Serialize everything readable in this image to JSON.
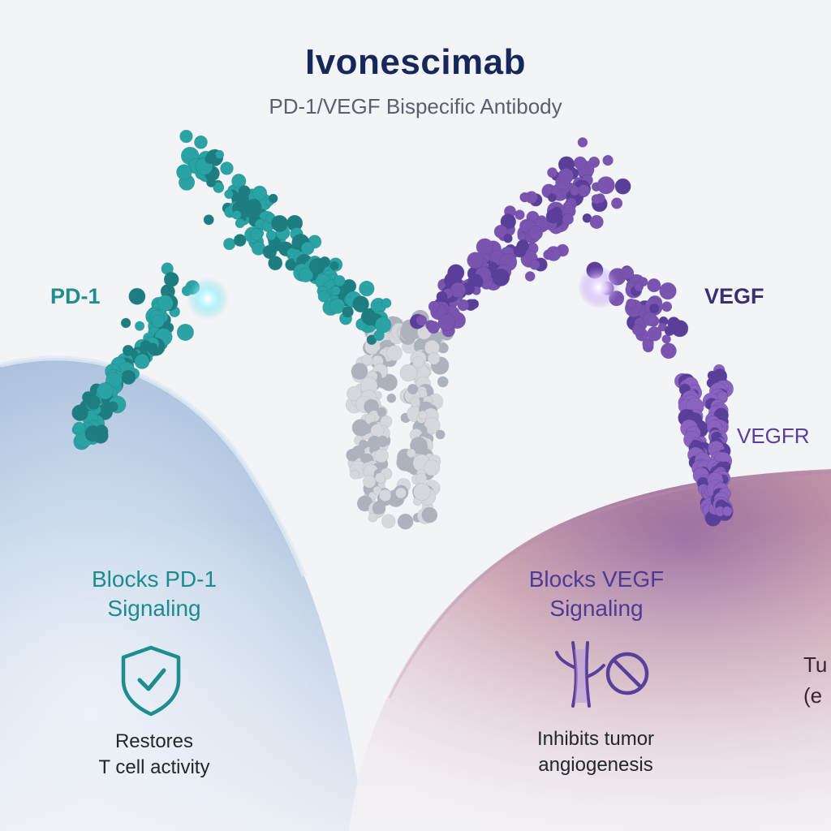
{
  "header": {
    "title": "Ivonescimab",
    "subtitle": "PD-1/VEGF Bispecific Antibody"
  },
  "labels": {
    "pd1": "PD-1",
    "vegf": "VEGF",
    "vegfr": "VEGFR"
  },
  "left_panel": {
    "heading_line1": "Blocks PD-1",
    "heading_line2": "Signaling",
    "icon": "shield-check-icon",
    "caption_line1": "Restores",
    "caption_line2": "T cell activity"
  },
  "right_panel": {
    "heading_line1": "Blocks VEGF",
    "heading_line2": "Signaling",
    "icon": "blood-vessel-blocked-icon",
    "caption_line1": "Inhibits tumor",
    "caption_line2": "angiogenesis"
  },
  "edge_text": {
    "line1": "Tu",
    "line2": "(e"
  },
  "colors": {
    "teal": "#2aa3a5",
    "purple": "#7a55b0",
    "antibody_fc": "#d6d8de",
    "title": "#17275a",
    "t_cell": "#c9d8ea",
    "tumor_cell": "#c79aa8"
  }
}
